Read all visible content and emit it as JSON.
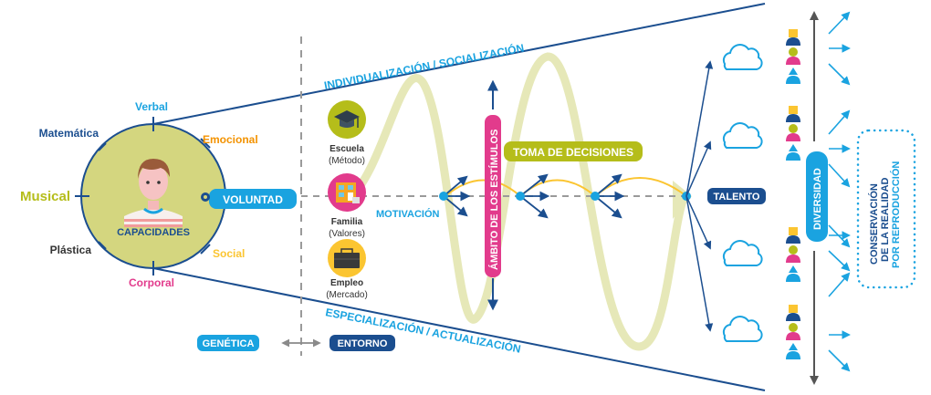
{
  "colors": {
    "dark_blue": "#1b4e8f",
    "light_blue": "#1aa3e0",
    "olive": "#b5bd1a",
    "olive_light": "#e6e8b8",
    "circle_fill": "#d4d67f",
    "orange": "#f39200",
    "yellow": "#fbc531",
    "magenta": "#e23b8c",
    "gray": "#8a8a8a",
    "dark_text": "#333333"
  },
  "capacities": {
    "center_label": "CAPACIDADES",
    "items": [
      {
        "label": "Verbal",
        "color": "#1aa3e0"
      },
      {
        "label": "Emocional",
        "color": "#f39200"
      },
      {
        "label": "Social",
        "color": "#fbc531"
      },
      {
        "label": "Corporal",
        "color": "#e23b8c"
      },
      {
        "label": "Plástica",
        "color": "#333333"
      },
      {
        "label": "Musical",
        "color": "#b5bd1a"
      },
      {
        "label": "Matemática",
        "color": "#1b4e8f"
      }
    ]
  },
  "voluntad": "VOLUNTAD",
  "environments": [
    {
      "title": "Escuela",
      "subtitle": "(Método)",
      "icon": "graduation-cap-icon",
      "color": "#b5bd1a"
    },
    {
      "title": "Familia",
      "subtitle": "(Valores)",
      "icon": "house-icon",
      "color": "#e23b8c"
    },
    {
      "title": "Empleo",
      "subtitle": "(Mercado)",
      "icon": "briefcase-icon",
      "color": "#fbc531"
    }
  ],
  "motivacion": "MOTIVACIÓN",
  "ambito": "ÁMBITO DE LOS ESTÍMULOS",
  "toma_decisiones": "TOMA DE DECISIONES",
  "talento": "TALENTO",
  "top_axis": "INDIVIDUALIZACIÓN / SOCIALIZACIÓN",
  "bottom_axis": "ESPECIALIZACIÓN / ACTUALIZACIÓN",
  "genetica": "GENÉTICA",
  "entorno": "ENTORNO",
  "diversidad": "DIVERSIDAD",
  "conservacion": {
    "line1": "CONSERVACIÓN",
    "line2": "DE LA REALIDAD",
    "line3": "POR REPRODUCCIÓN"
  }
}
